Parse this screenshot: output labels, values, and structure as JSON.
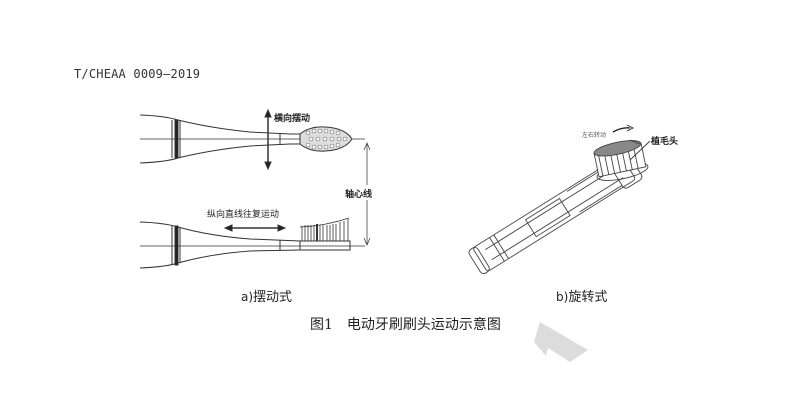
{
  "header": {
    "standard_code": "T/CHEAA 0009—2019"
  },
  "figure": {
    "number": "图1",
    "title": "电动牙刷刷头运动示意图",
    "panel_a": {
      "prefix": "a)",
      "caption": "摆动式",
      "labels": {
        "lateral_swing": "横向摆动",
        "longitudinal_reciprocating": "纵向直线往复运动",
        "axis_line": "轴心线"
      }
    },
    "panel_b": {
      "prefix": "b)",
      "caption": "旋转式",
      "labels": {
        "rotation": "左右转动",
        "bristle_head": "植毛头"
      }
    }
  },
  "colors": {
    "line": "#333333",
    "text": "#222222",
    "watermark": "#dcdcdc"
  }
}
